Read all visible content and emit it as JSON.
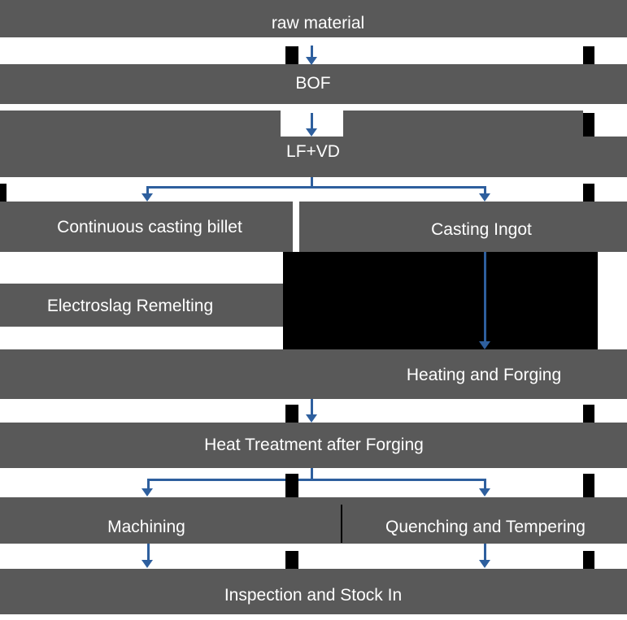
{
  "diagram": {
    "type": "flowchart",
    "nodes": {
      "raw_material": "raw material",
      "bof": "BOF",
      "lf_vd": "LF+VD",
      "continuous_casting_billet": "Continuous casting billet",
      "casting_ingot": "Casting Ingot",
      "electroslag_remelting": "Electroslag Remelting",
      "heating_and_forging": "Heating and Forging",
      "heat_treatment_after_forging": "Heat Treatment after Forging",
      "machining": "Machining",
      "quenching_and_tempering": "Quenching and Tempering",
      "inspection_and_stock_in": "Inspection and Stock In"
    },
    "edges": [
      {
        "from": "raw material",
        "to": "BOF"
      },
      {
        "from": "BOF",
        "to": "LF+VD"
      },
      {
        "from": "LF+VD",
        "to": "Continuous casting billet"
      },
      {
        "from": "LF+VD",
        "to": "Casting Ingot"
      },
      {
        "from": "Casting Ingot",
        "to": "Heating and Forging"
      },
      {
        "from": "Heating and Forging",
        "to": "Heat Treatment after Forging"
      },
      {
        "from": "Heat Treatment after Forging",
        "to": "Machining"
      },
      {
        "from": "Heat Treatment after Forging",
        "to": "Quenching and Tempering"
      },
      {
        "from": "Machining",
        "to": "Inspection and Stock In"
      },
      {
        "from": "Quenching and Tempering",
        "to": "Inspection and Stock In"
      }
    ]
  },
  "colors": {
    "band_gray": "#595959",
    "arrow_blue": "#2e5f9e",
    "block_black": "#000000",
    "label_white": "#ffffff",
    "background": "#ffffff"
  }
}
